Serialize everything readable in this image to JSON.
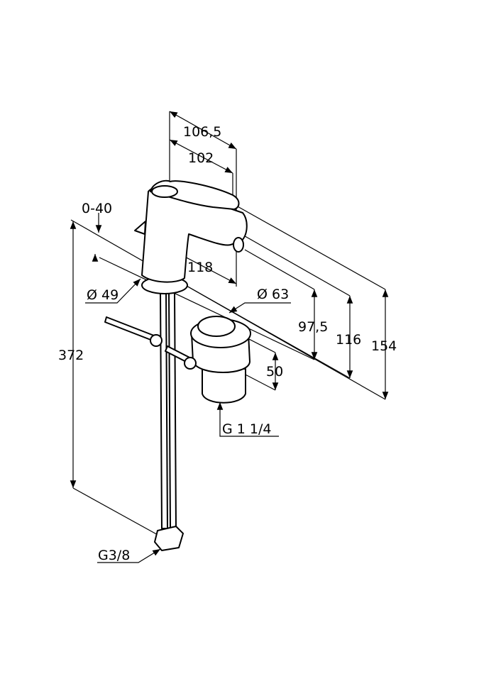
{
  "drawing": {
    "title": "Bidet mixer dimension drawing",
    "dimensions": {
      "d106_5": "106,5",
      "d102": "102",
      "d0_40": "0-40",
      "d118": "118",
      "dia49": "Ø 49",
      "dia63": "Ø 63",
      "d97_5": "97,5",
      "d116": "116",
      "d154": "154",
      "d372": "372",
      "d50": "50",
      "g114": "G 1 1/4",
      "g38": "G3/8"
    },
    "line_color": "#000000",
    "background": "#ffffff"
  }
}
